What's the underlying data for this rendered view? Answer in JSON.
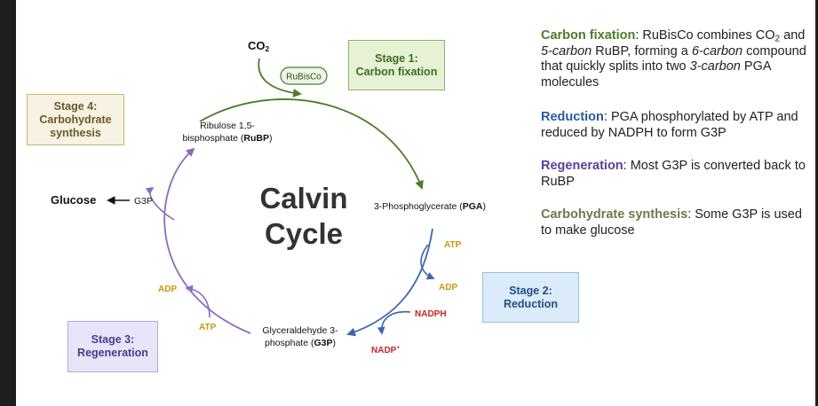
{
  "title": {
    "line1": "Calvin",
    "line2": "Cycle"
  },
  "stages": {
    "stage1": {
      "title": "Stage 1:\nCarbon fixation"
    },
    "stage2": {
      "title": "Stage 2:\nReduction"
    },
    "stage3": {
      "title": "Stage 3:\nRegeneration"
    },
    "stage4": {
      "title": "Stage 4:\nCarbohydrate\nsynthesis"
    }
  },
  "molecules": {
    "co2": {
      "base": "CO",
      "sub": "2"
    },
    "rubisco": "RuBisCo",
    "rubp": {
      "line1": "Ribulose 1,5-",
      "line2_prefix": "bisphosphate (",
      "abbr": "RuBP",
      "line2_suffix": ")"
    },
    "pga": {
      "prefix": "3-Phosphoglycerate (",
      "abbr": "PGA",
      "suffix": ")"
    },
    "g3p": {
      "line1": "Glyceraldehyde 3-",
      "line2_prefix": "phosphate (",
      "abbr": "G3P",
      "line2_suffix": ")"
    },
    "glucose": "Glucose",
    "g3p_side": "G3P",
    "atp_reduction": "ATP",
    "adp_reduction": "ADP",
    "nadph": "NADPH",
    "nadp": {
      "base": "NADP",
      "sup": "+"
    },
    "adp_regeneration": "ADP",
    "atp_regeneration": "ATP"
  },
  "info": {
    "fixation": {
      "head": "Carbon fixation",
      "t1": ": RuBisCo combines CO",
      "t1sub": "2",
      "t2": " and ",
      "em1": "5-carbon",
      "t3": " RuBP, forming a ",
      "em2": "6-carbon",
      "t4": " compound that quickly splits into two ",
      "em3": "3-carbon",
      "t5": " PGA molecules"
    },
    "reduction": {
      "head": "Reduction",
      "body": ": PGA phosphorylated by ATP and reduced by NADPH to form G3P"
    },
    "regeneration": {
      "head": "Regeneration",
      "body": ": Most G3P is converted back to RuBP"
    },
    "carbohydrate": {
      "head": "Carbohydrate synthesis",
      "body": ": Some G3P is used to make glucose"
    }
  },
  "colors": {
    "green": "#4b7c2a",
    "blue": "#3a66b0",
    "purple": "#8a6cc0",
    "gold": "#c9970f",
    "red": "#c0262b",
    "frame": "#1e1e1e"
  }
}
